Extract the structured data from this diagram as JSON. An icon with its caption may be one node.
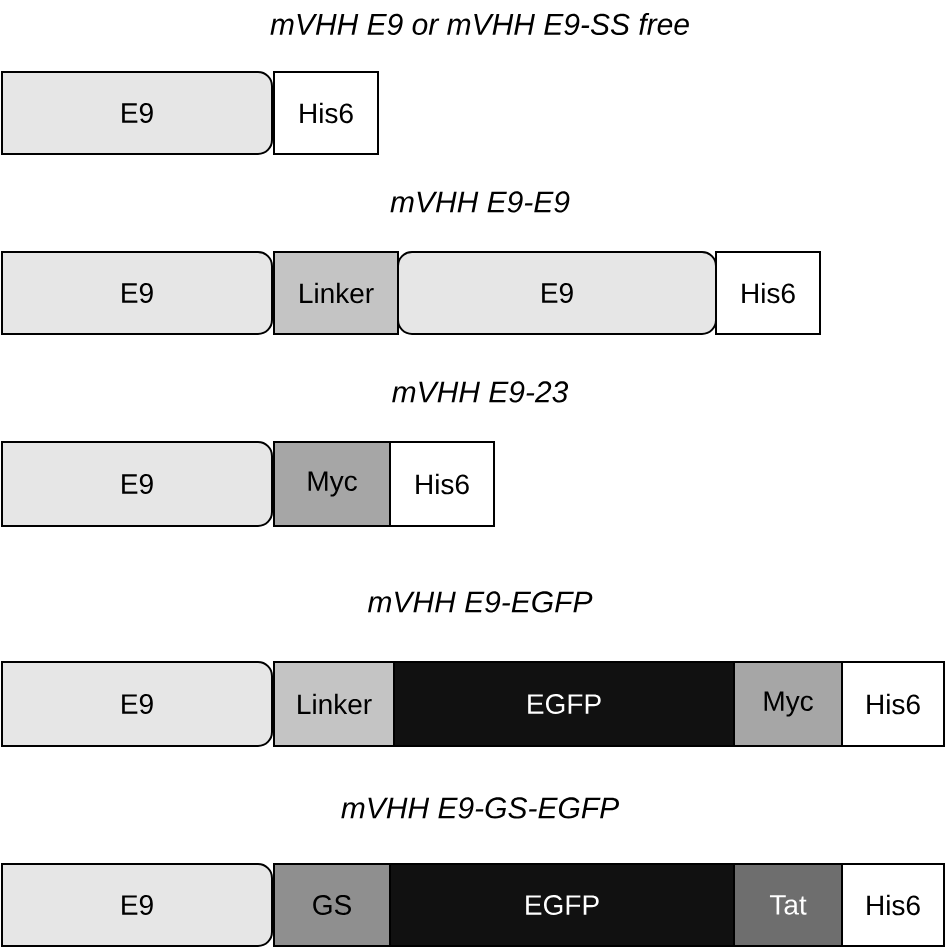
{
  "diagram": {
    "nodes": [
      {
        "text": [
          "E9"
        ]
      },
      {
        "text": [
          "His6"
        ]
      },
      {
        "text": [
          "E9"
        ]
      },
      {
        "text": [
          "Linker"
        ]
      },
      {
        "text": [
          "E9"
        ]
      },
      {
        "text": [
          "His6"
        ]
      },
      {
        "text": [
          "E9"
        ]
      },
      {
        "text": [
          "Myc"
        ]
      },
      {
        "text": [
          "His6"
        ]
      },
      {
        "text": [
          "E9"
        ]
      },
      {
        "text": [
          "Linker"
        ]
      },
      {
        "text": [
          "EGFP"
        ]
      },
      {
        "text": [
          "Myc"
        ]
      },
      {
        "text": [
          "His6"
        ]
      },
      {
        "text": [
          "E9"
        ]
      },
      {
        "text": [
          "GS"
        ]
      },
      {
        "text": [
          "EGFP"
        ]
      },
      {
        "text": [
          "Tat"
        ]
      },
      {
        "text": [
          "His6"
        ]
      }
    ],
    "labels": [
      "mVHH E9 or mVHH E9-SS free",
      "mVHH E9-E9",
      "mVHH E9-23",
      "mVHH E9-EGFP",
      "mVHH E9-GS-EGFP"
    ]
  }
}
